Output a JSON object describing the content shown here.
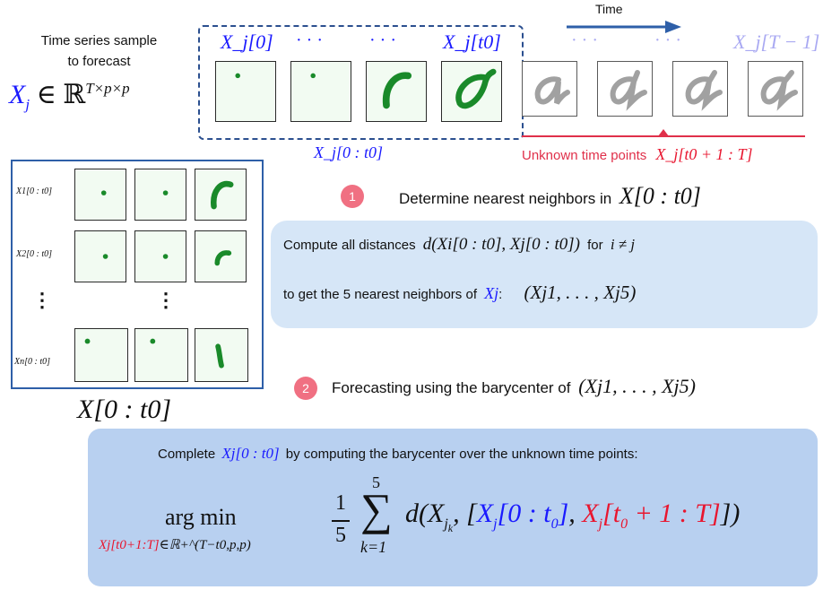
{
  "sample": {
    "title_line1": "Time series sample",
    "title_line2": "to forecast",
    "var": "X",
    "sub": "j",
    "member": "∈ ℝ",
    "sup": "T×p×p"
  },
  "top": {
    "time_label": "Time",
    "labels": [
      "X_j[0]",
      "· · ·",
      "· · ·",
      "X_j[t0]",
      "· · ·",
      "· · ·",
      "X_j[T − 1]"
    ],
    "known_range": "X_j[0 : t0]",
    "unknown_text": "Unknown time points",
    "unknown_math": "X_j[t0 + 1 : T]"
  },
  "neighbors": {
    "rows": [
      "X1[0 : t0]",
      "X2[0 : t0]",
      "Xn[0 : t0]"
    ],
    "vdots": "⋮",
    "caption": "X[0 : t0]"
  },
  "step1": {
    "num": "1",
    "title": "Determine nearest neighbors in",
    "title_math": "X[0 : t0]",
    "line1_text": "Compute all distances",
    "line1_math": "d(Xi[0 : t0], Xj[0 : t0])",
    "line1_for": "for",
    "line1_cond": "i ≠ j",
    "line2_text": "to get the 5 nearest neighbors of",
    "line2_var": "Xj",
    "line2_colon": ":",
    "line2_tuple": "(Xj1, . . . , Xj5)"
  },
  "step2": {
    "num": "2",
    "title": "Forecasting using the barycenter  of",
    "title_tuple": "(Xj1, . . . , Xj5)",
    "desc_pre": "Complete",
    "desc_var": "Xj[0 : t0]",
    "desc_post": "by computing the barycenter over the unknown time points:",
    "argmin": "arg min",
    "argmin_sub_red": "Xj[t0+1:T]",
    "argmin_sub_rest": "∈ℝ+^(T−t0,p,p)",
    "frac_num": "1",
    "frac_den": "5",
    "sum_top": "5",
    "sum_bot": "k=1",
    "formula": "d(Xjk, [Xj[0 : t0], Xj[t0 + 1 : T]])"
  },
  "colors": {
    "blue": "#1a1aff",
    "red": "#e8162f",
    "panel_light": "#d6e6f7",
    "panel_dark": "#b8d0f0",
    "arrow": "#2e5fa8",
    "badge": "#f07082",
    "digit_green": "#1a8a2a"
  }
}
